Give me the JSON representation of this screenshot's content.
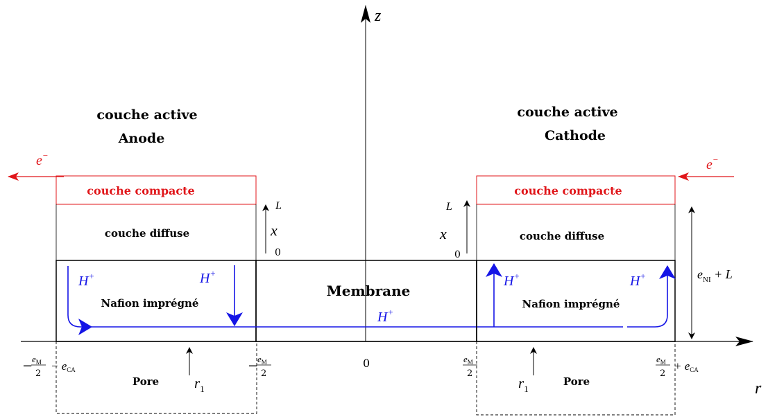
{
  "colors": {
    "ink": "#000000",
    "compact": "#e0161a",
    "proton": "#1515e6"
  },
  "axes": {
    "z_label": "z",
    "r_label": "r"
  },
  "anode": {
    "title_line1": "couche active",
    "title_line2": "Anode",
    "electron": "e",
    "electron_sup": "−",
    "compact_label": "couche compacte",
    "diffuse_label": "couche diffuse",
    "nafion_label": "Nafion imprégné",
    "pore_label": "Pore",
    "proton_left": "H",
    "proton_right": "H",
    "proton_sup": "+"
  },
  "cathode": {
    "title_line1": "couche active",
    "title_line2": "Cathode",
    "electron": "e",
    "electron_sup": "−",
    "compact_label": "couche compacte",
    "diffuse_label": "couche diffuse",
    "nafion_label": "Nafion imprégné",
    "pore_label": "Pore",
    "proton_left": "H",
    "proton_right": "H",
    "proton_sup": "+"
  },
  "membrane": {
    "label": "Membrane",
    "proton": "H",
    "proton_sup": "+"
  },
  "x_marker": {
    "left_L": "L",
    "left_x": "x",
    "left_0": "0",
    "right_L": "L",
    "right_x": "x",
    "right_0": "0"
  },
  "thickness": {
    "e": "e",
    "sub": "NI",
    "plus_L": " + L"
  },
  "ticks": {
    "minus": "−",
    "frac_num_e": "e",
    "frac_num_sub": "M",
    "frac_den": "2",
    "minus_eca": "− e",
    "plus_eca": "+ e",
    "ca_sub": "CA",
    "zero": "0",
    "r1": "r",
    "r1_sub": "1"
  }
}
